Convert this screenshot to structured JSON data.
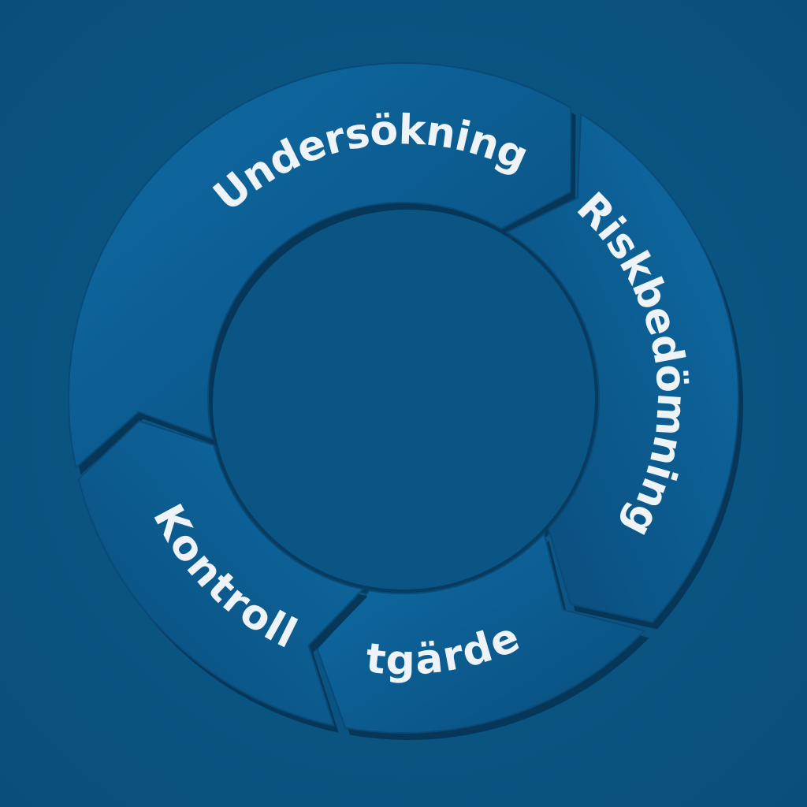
{
  "diagram": {
    "type": "cycle",
    "segments": [
      {
        "id": "undersokning",
        "label": "Undersökning"
      },
      {
        "id": "riskbedomning",
        "label": "Riskbedömning"
      },
      {
        "id": "atgarder",
        "label": "Åtgärder"
      },
      {
        "id": "kontroll",
        "label": "Kontroll"
      }
    ]
  },
  "colors": {
    "background": "#0b5584",
    "segment_light": "#0d6aa2",
    "segment_dark": "#0a4b7a",
    "shadow": "#063658",
    "label": "#eef3f7"
  }
}
